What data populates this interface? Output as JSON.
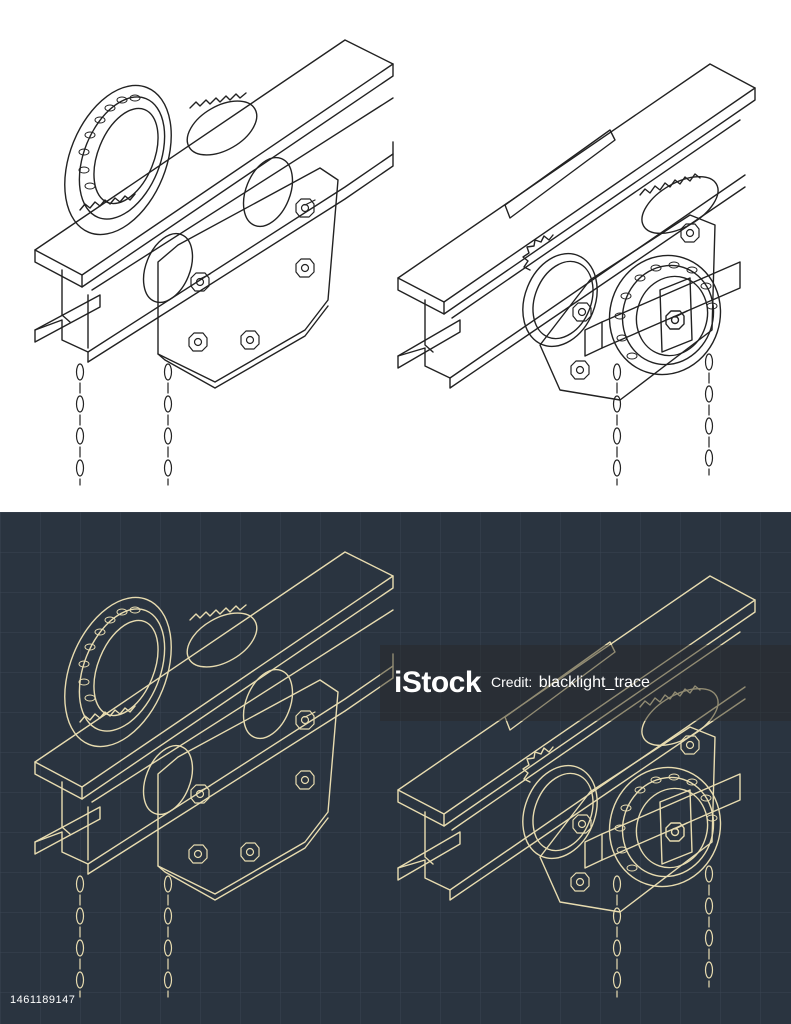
{
  "watermark": {
    "logo": "iStock",
    "credit_symbol": "Credit:",
    "credit": "blacklight_trace"
  },
  "stock_id": "1461189147",
  "colors": {
    "top_background": "#ffffff",
    "top_stroke": "#222222",
    "bottom_background": "#2a3440",
    "bottom_stroke": "#e8dcb0",
    "grid": "#3a4552"
  },
  "icons": [
    "chain-hoist-trolley-side-plate-view",
    "chain-hoist-trolley-gear-wheel-view"
  ]
}
